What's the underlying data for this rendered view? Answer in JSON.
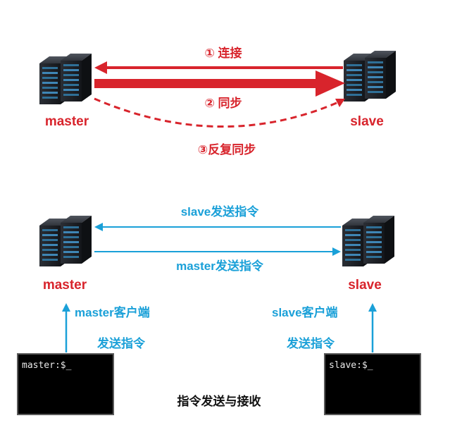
{
  "sync_diagram": {
    "master_label": "master",
    "slave_label": "slave",
    "step1": "① 连接",
    "step2": "② 同步",
    "step3": "③反复同步"
  },
  "command_diagram": {
    "master_label": "master",
    "slave_label": "slave",
    "slave_send": "slave发送指令",
    "master_send": "master发送指令",
    "master_client_line1": "master客户端",
    "master_client_line2": "发送指令",
    "slave_client_line1": "slave客户端",
    "slave_client_line2": "发送指令",
    "master_terminal_prompt": "master:$_",
    "slave_terminal_prompt": "slave:$_",
    "caption": "指令发送与接收"
  },
  "colors": {
    "sync_red": "#d8242c",
    "command_blue": "#1aa0d8",
    "server_dark": "#1c1f24",
    "terminal_bg": "#000000",
    "terminal_border": "#5a5a5a"
  },
  "icons": {
    "server": "server-rack-icon"
  }
}
